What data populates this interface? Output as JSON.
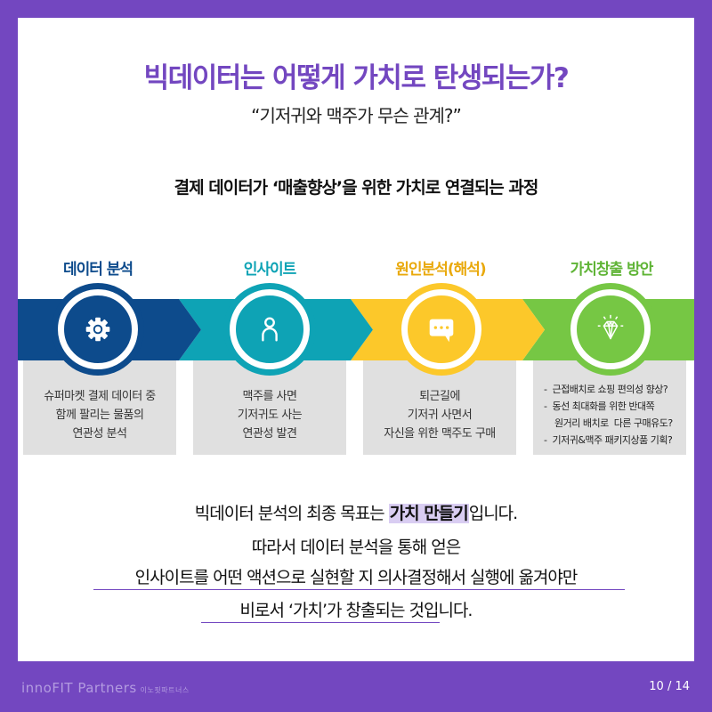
{
  "header": {
    "title": "빅데이터는 어떻게 가치로 탄생되는가?",
    "subtitle": "“기저귀와 맥주가 무슨 관계?”"
  },
  "section": {
    "title": "결제 데이터가  ‘매출향상’을 위한 가치로 연결되는 과정"
  },
  "steps": [
    {
      "label": "데이터 분석",
      "color": "#0d4b8c",
      "icon": "gear-icon",
      "lines": [
        "슈퍼마켓 결제 데이터 중",
        "함께 팔리는 물품의",
        "연관성 분석"
      ]
    },
    {
      "label": "인사이트",
      "color": "#0ea3b5",
      "icon": "person-icon",
      "lines": [
        "맥주를 사면",
        "기저귀도 사는",
        "연관성 발견"
      ]
    },
    {
      "label": "원인분석(해석)",
      "color": "#fcc82a",
      "label_color": "#e9a90c",
      "icon": "chat-bubble-icon",
      "lines": [
        "퇴근길에",
        "기저귀 사면서",
        "자신을 위한 맥주도 구매"
      ]
    },
    {
      "label": "가치창출 방안",
      "color": "#76c744",
      "label_color": "#5fb436",
      "icon": "diamond-icon",
      "lines": [
        "-  근접배치로 쇼핑 편의성 향상?",
        "-  동선 최대화를 위한 반대쪽",
        "    원거리 배치로  다른 구매유도?",
        "-  기저귀&맥주 패키지상품 기획?"
      ]
    }
  ],
  "conclusion": {
    "line1_pre": "빅데이터 분석의 최종 목표는 ",
    "line1_highlight": "가치 만들기",
    "line1_post": "입니다.",
    "line2": "따라서 데이터 분석을 통해 얻은",
    "line3": "인사이트를 어떤 액션으로 실현할 지 의사결정해서 실행에 옮겨야만",
    "line4": "비로서 ‘가치’가 창출되는 것입니다."
  },
  "footer": {
    "brand": "innoFIT Partners",
    "brand_kr": "이노핏파트너스",
    "page": "10 / 14"
  },
  "colors": {
    "frame": "#7347c0",
    "highlight": "#d9cdf2",
    "box_bg": "#e0e0e0"
  }
}
